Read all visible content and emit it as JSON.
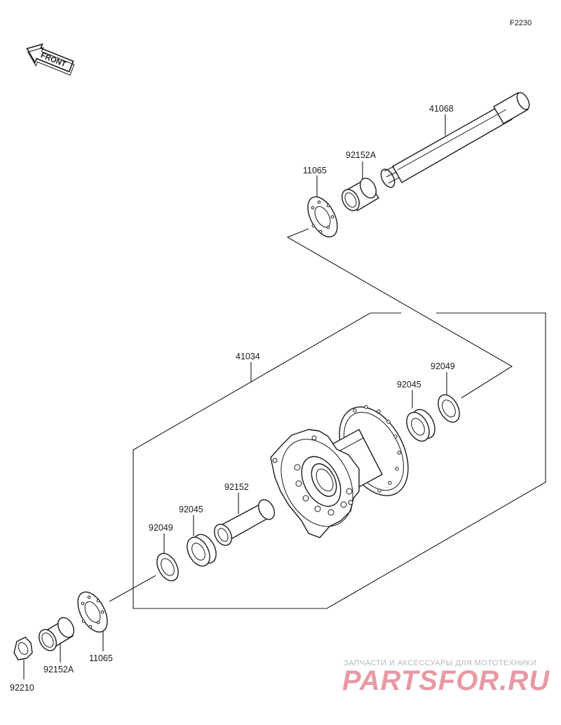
{
  "diagram_code": "F2230",
  "direction_marker": "FRONT",
  "labels": {
    "axle": "41068",
    "collar_top": "92152A",
    "sprocket_top": "11065",
    "hub": "41034",
    "bearing_right": "92045",
    "seal_right": "92049",
    "spacer": "92152",
    "bearing_left": "92045",
    "seal_left": "92049",
    "sprocket_bottom": "11065",
    "collar_bottom": "92152A",
    "nut": "92210"
  },
  "watermark": {
    "tagline": "ЗАПЧАСТИ И АКСЕССУАРЫ ДЛЯ МОТОТЕХНИКИ",
    "logo": "PARTSFOR.RU"
  }
}
